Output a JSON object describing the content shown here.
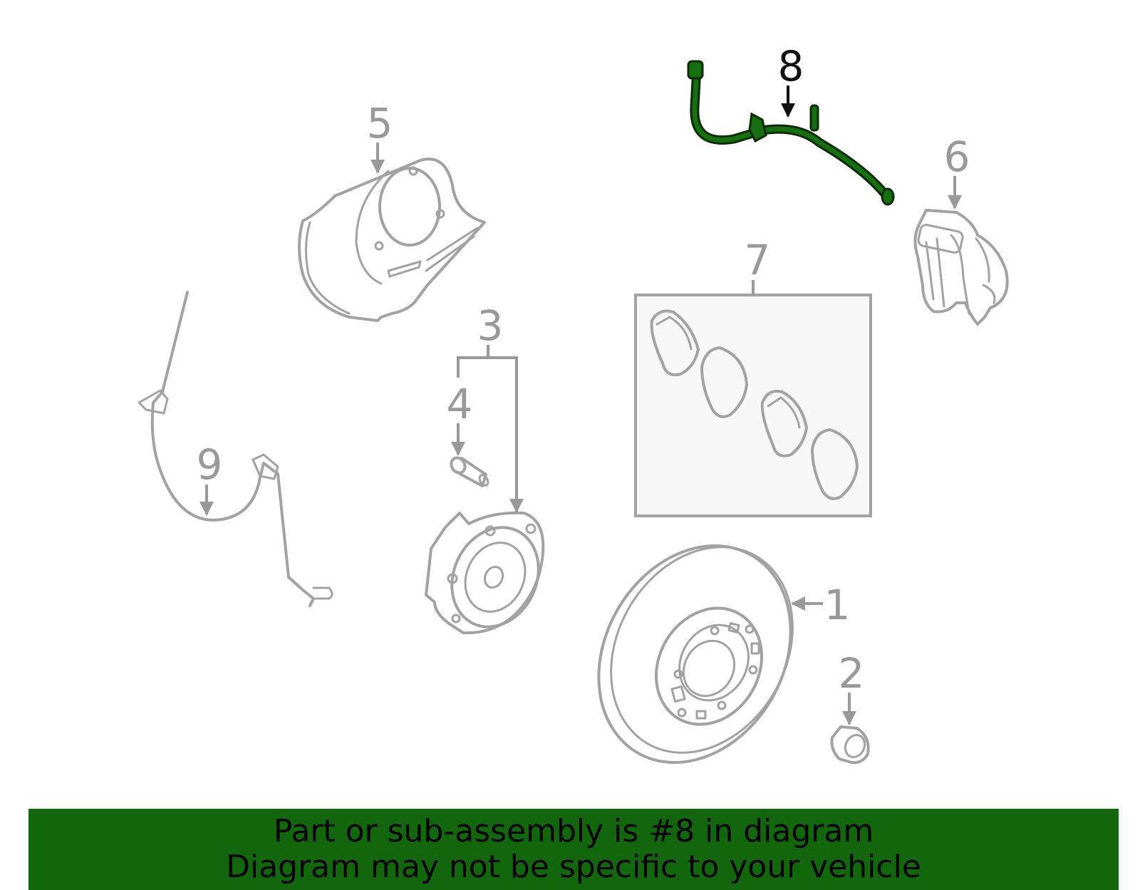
{
  "colors": {
    "part_outline": "#a2a2a2",
    "label_gray": "#999999",
    "highlight_fill": "#17700f",
    "highlight_outline": "#0b2b06",
    "banner_background": "#12660c",
    "kit_box_fill": "#f7f7f7"
  },
  "callouts": [
    {
      "label": "1",
      "part": "brake-rotor"
    },
    {
      "label": "2",
      "part": "lug-nut"
    },
    {
      "label": "3",
      "part": "hub-and-bearing"
    },
    {
      "label": "4",
      "part": "wheel-stud"
    },
    {
      "label": "5",
      "part": "dust-shield"
    },
    {
      "label": "6",
      "part": "brake-caliper"
    },
    {
      "label": "7",
      "part": "brake-pad-kit"
    },
    {
      "label": "8",
      "part": "brake-hose",
      "highlighted": true
    },
    {
      "label": "9",
      "part": "abs-sensor"
    }
  ],
  "banner": {
    "line1": "Part or sub-assembly is #8 in diagram",
    "line2": "Diagram may not be specific to your vehicle"
  }
}
